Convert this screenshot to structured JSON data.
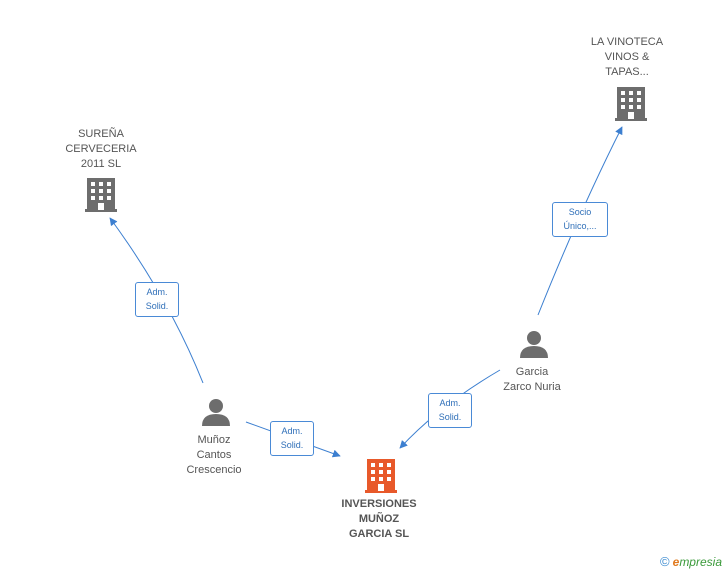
{
  "colors": {
    "edge": "#3c7fd0",
    "company": "#6d6d6d",
    "company_main": "#e8592a",
    "person": "#6d6d6d"
  },
  "nodes": {
    "surena": {
      "label": "SUREÑA\nCERVECERIA\n2011 SL",
      "icon": "building-icon"
    },
    "vinoteca": {
      "label": "LA VINOTECA\nVINOS &\nTAPAS...",
      "icon": "building-icon"
    },
    "munoz": {
      "label": "Muñoz\nCantos\nCrescencio",
      "icon": "person-icon"
    },
    "garcia": {
      "label": "Garcia\nZarco Nuria",
      "icon": "person-icon"
    },
    "inversiones": {
      "label": "INVERSIONES\nMUÑOZ\nGARCIA SL",
      "icon": "building-icon"
    }
  },
  "edges": {
    "munoz_surena": "Adm.\nSolid.",
    "garcia_vinoteca": "Socio\nÚnico,...",
    "munoz_inversiones": "Adm.\nSolid.",
    "garcia_inversiones": "Adm.\nSolid."
  },
  "watermark": {
    "copyright": "©",
    "brand_initial": "e",
    "brand_rest": "mpresia"
  }
}
